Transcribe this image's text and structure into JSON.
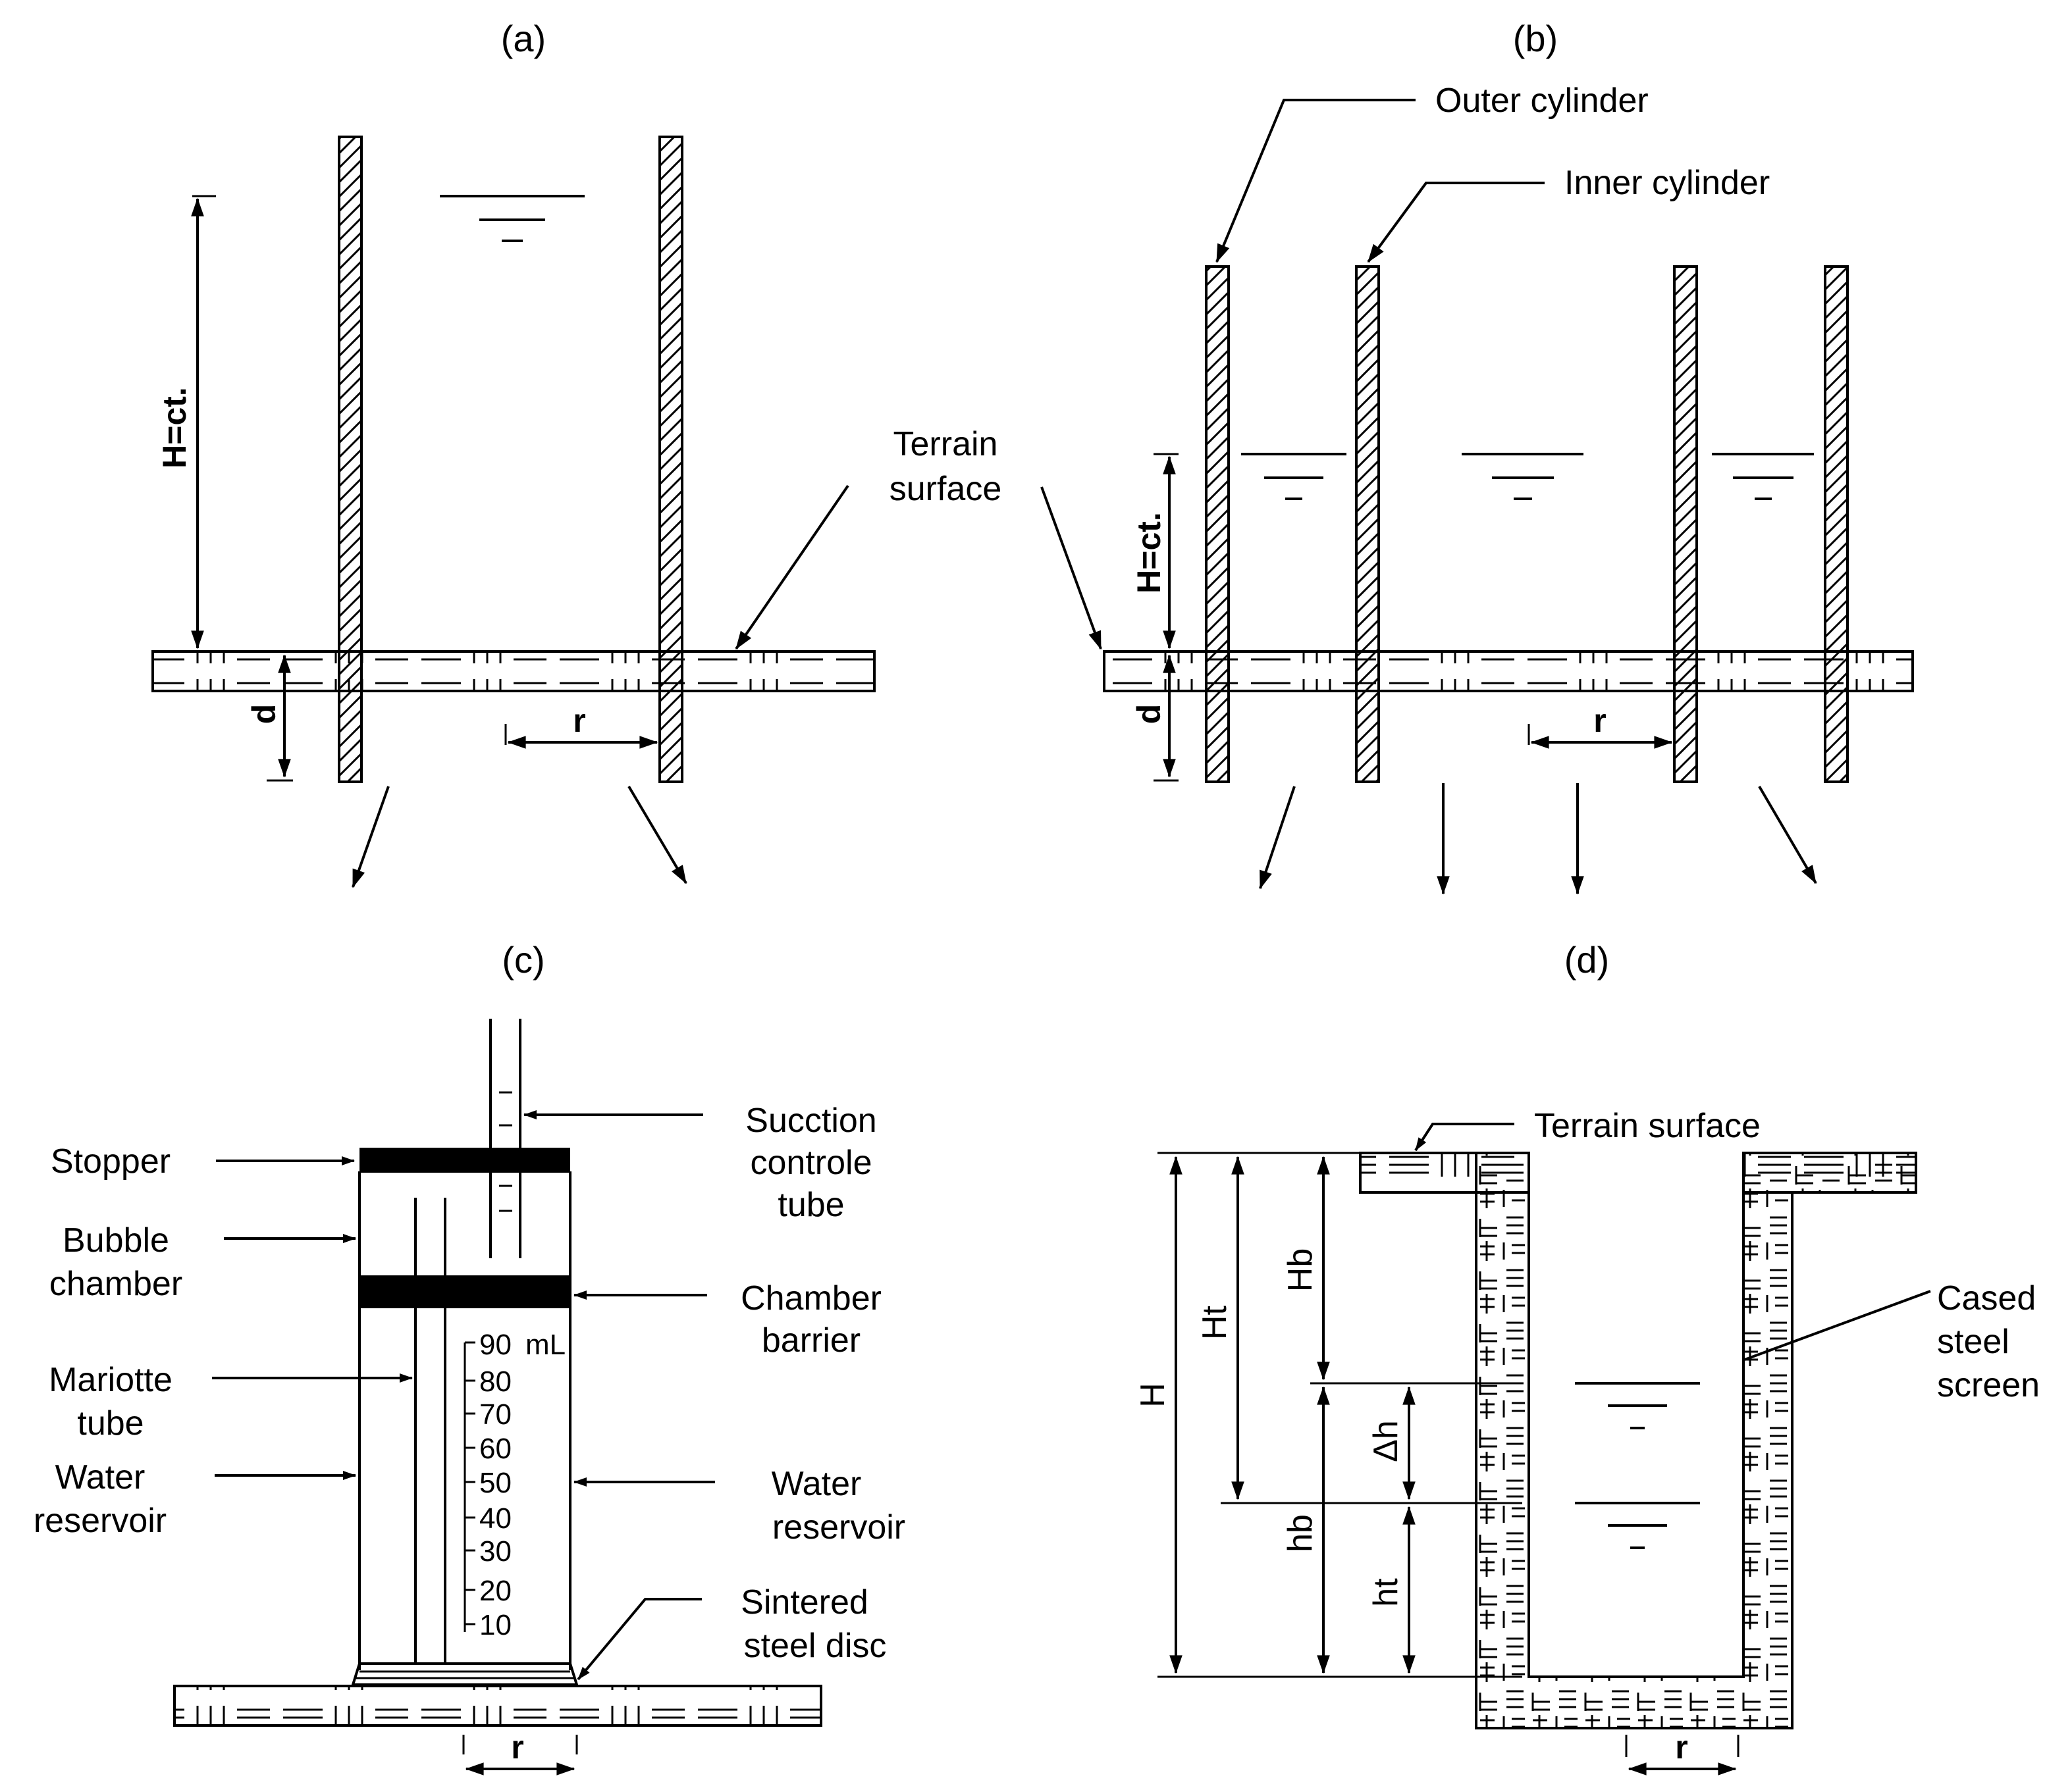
{
  "panels": {
    "a": {
      "title": "(a)",
      "H": "H=ct.",
      "d": "d",
      "r": "r",
      "terrain": [
        "Terrain",
        "surface"
      ]
    },
    "b": {
      "title": "(b)",
      "H": "H=ct.",
      "d": "d",
      "r": "r",
      "outer": "Outer cylinder",
      "inner": "Inner cylinder"
    },
    "c": {
      "title": "(c)",
      "stopper": "Stopper",
      "bubble": [
        "Bubble",
        "chamber"
      ],
      "mariotte": [
        "Mariotte",
        "tube"
      ],
      "water_left": [
        "Water",
        "reservoir"
      ],
      "suction": [
        "Sucction",
        "controle",
        "tube"
      ],
      "barrier": [
        "Chamber",
        "barrier"
      ],
      "water_right": [
        "Water",
        "reservoir"
      ],
      "disc": [
        "Sintered",
        "steel disc"
      ],
      "scale": [
        "90",
        "80",
        "70",
        "60",
        "50",
        "40",
        "30",
        "20",
        "10"
      ],
      "unit": "mL",
      "r": "r"
    },
    "d": {
      "title": "(d)",
      "terrain": "Terrain surface",
      "screen": [
        "Cased",
        "steel",
        "screen"
      ],
      "H": "H",
      "Ht": "Ht",
      "Hb": "Hb",
      "dh": "Δh",
      "hb": "hb",
      "ht": "ht",
      "r": "r"
    }
  }
}
